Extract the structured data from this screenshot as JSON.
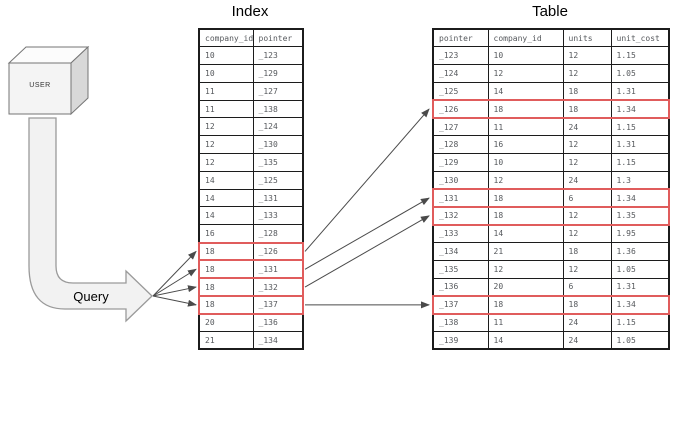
{
  "query": {
    "source_label": "USER",
    "arrow_label": "Query"
  },
  "index": {
    "title": "Index",
    "columns": [
      "company_id",
      "pointer"
    ],
    "rows": [
      [
        "10",
        "_123"
      ],
      [
        "10",
        "_129"
      ],
      [
        "11",
        "_127"
      ],
      [
        "11",
        "_138"
      ],
      [
        "12",
        "_124"
      ],
      [
        "12",
        "_130"
      ],
      [
        "12",
        "_135"
      ],
      [
        "14",
        "_125"
      ],
      [
        "14",
        "_131"
      ],
      [
        "14",
        "_133"
      ],
      [
        "16",
        "_128"
      ],
      [
        "18",
        "_126"
      ],
      [
        "18",
        "_131"
      ],
      [
        "18",
        "_132"
      ],
      [
        "18",
        "_137"
      ],
      [
        "20",
        "_136"
      ],
      [
        "21",
        "_134"
      ]
    ],
    "highlighted_rows": [
      11,
      12,
      13,
      14
    ]
  },
  "table": {
    "title": "Table",
    "columns": [
      "pointer",
      "company_id",
      "units",
      "unit_cost"
    ],
    "rows": [
      [
        "_123",
        "10",
        "12",
        "1.15"
      ],
      [
        "_124",
        "12",
        "12",
        "1.05"
      ],
      [
        "_125",
        "14",
        "18",
        "1.31"
      ],
      [
        "_126",
        "18",
        "18",
        "1.34"
      ],
      [
        "_127",
        "11",
        "24",
        "1.15"
      ],
      [
        "_128",
        "16",
        "12",
        "1.31"
      ],
      [
        "_129",
        "10",
        "12",
        "1.15"
      ],
      [
        "_130",
        "12",
        "24",
        "1.3"
      ],
      [
        "_131",
        "18",
        "6",
        "1.34"
      ],
      [
        "_132",
        "18",
        "12",
        "1.35"
      ],
      [
        "_133",
        "14",
        "12",
        "1.95"
      ],
      [
        "_134",
        "21",
        "18",
        "1.36"
      ],
      [
        "_135",
        "12",
        "12",
        "1.05"
      ],
      [
        "_136",
        "20",
        "6",
        "1.31"
      ],
      [
        "_137",
        "18",
        "18",
        "1.34"
      ],
      [
        "_138",
        "11",
        "24",
        "1.15"
      ],
      [
        "_139",
        "14",
        "24",
        "1.05"
      ]
    ],
    "highlighted_rows": [
      3,
      8,
      9,
      14
    ]
  },
  "links": [
    {
      "from_index_row": 11,
      "to_table_row": 3
    },
    {
      "from_index_row": 12,
      "to_table_row": 8
    },
    {
      "from_index_row": 13,
      "to_table_row": 9
    },
    {
      "from_index_row": 14,
      "to_table_row": 14
    }
  ],
  "colors": {
    "highlight": "#e05c5c",
    "connector": "#4a4a4a",
    "table_border": "#1c1c1c",
    "cell_text": "#55585c",
    "title_text": "#000000",
    "arrow_body_fill": "#f2f2f2",
    "arrow_body_stroke": "#9a9a9a",
    "cube_front": "#f4f4f4",
    "cube_top": "#fcfcfc",
    "cube_side": "#d8d8d8",
    "cube_stroke": "#757575"
  }
}
